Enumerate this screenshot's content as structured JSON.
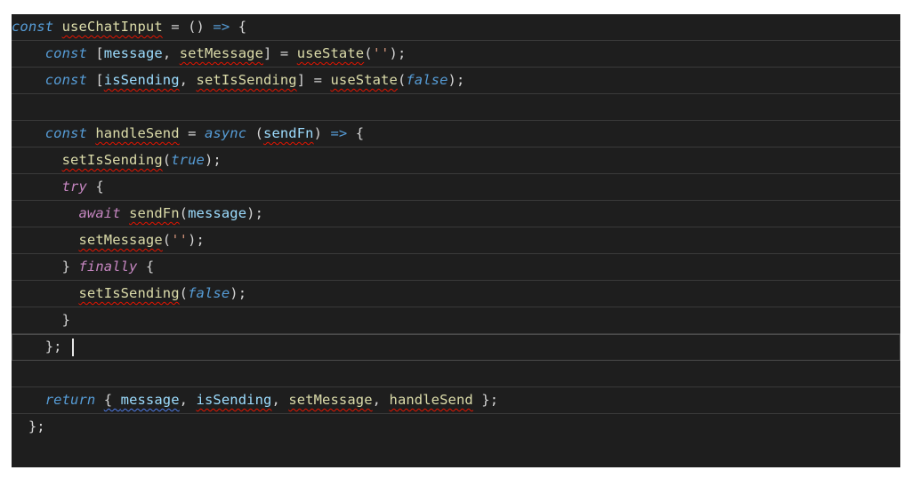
{
  "editor": {
    "language": "javascript",
    "tokens": {
      "const": "const",
      "async": "async",
      "try": "try",
      "await": "await",
      "finally": "finally",
      "return": "return",
      "true": "true",
      "false": "false",
      "arrow": "=>"
    },
    "identifiers": {
      "hook_name": "useChatInput",
      "message": "message",
      "setMessage": "setMessage",
      "isSending": "isSending",
      "setIsSending": "setIsSending",
      "useState": "useState",
      "handleSend": "handleSend",
      "sendFn": "sendFn"
    },
    "strings": {
      "empty": "''"
    }
  }
}
